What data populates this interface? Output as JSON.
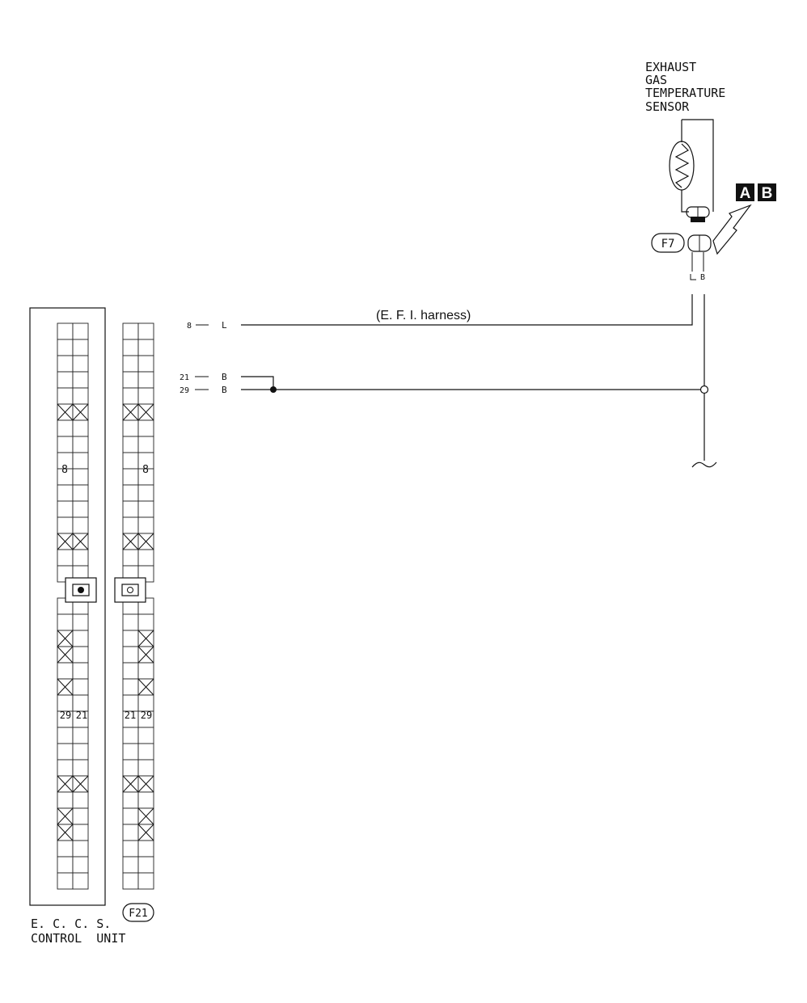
{
  "sensor": {
    "title_lines": [
      "EXHAUST",
      "GAS",
      "TEMPERATURE",
      "SENSOR"
    ],
    "connector_id": "F7",
    "wire_label": "B"
  },
  "badges": {
    "a": "A",
    "b": "B"
  },
  "harness_label": "(E. F. I. harness)",
  "wires": [
    {
      "pin": "8",
      "color": "L"
    },
    {
      "pin": "21",
      "color": "B"
    },
    {
      "pin": "29",
      "color": "B"
    }
  ],
  "connector_left": {
    "pin_a": "8",
    "pin_b": "29",
    "pin_c": "21"
  },
  "connector_right": {
    "id": "F21",
    "pin_a": "8",
    "pin_b": "21",
    "pin_c": "29"
  },
  "unit_label": {
    "line1": "E. C. C. S.",
    "line2": "CONTROL  UNIT"
  }
}
